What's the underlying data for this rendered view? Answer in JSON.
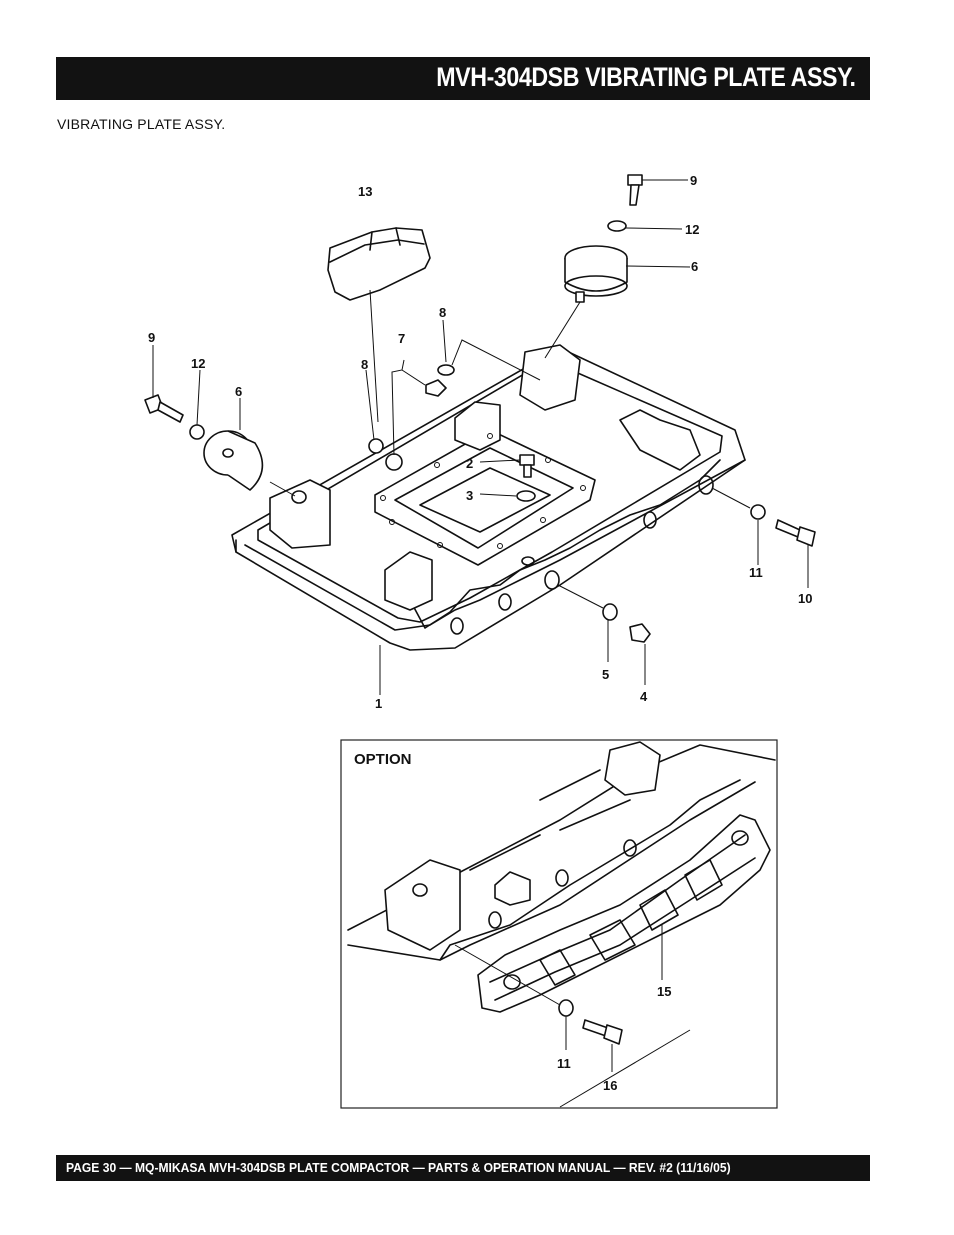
{
  "header": {
    "title": "MVH-304DSB VIBRATING PLATE ASSY."
  },
  "subtitle": "VIBRATING PLATE ASSY.",
  "diagram": {
    "callouts": {
      "p1": "1",
      "p2": "2",
      "p3": "3",
      "p4": "4",
      "p5": "5",
      "p6a": "6",
      "p6b": "6",
      "p7": "7",
      "p8a": "8",
      "p8b": "8",
      "p9a": "9",
      "p9b": "9",
      "p10": "10",
      "p11a": "11",
      "p12a": "12",
      "p12b": "12",
      "p13": "13"
    }
  },
  "option": {
    "label": "OPTION",
    "callouts": {
      "p15": "15",
      "p11": "11",
      "p16": "16"
    }
  },
  "footer": {
    "text": "PAGE 30 — MQ-MIKASA MVH-304DSB PLATE COMPACTOR — PARTS & OPERATION MANUAL — REV. #2 (11/16/05)"
  }
}
